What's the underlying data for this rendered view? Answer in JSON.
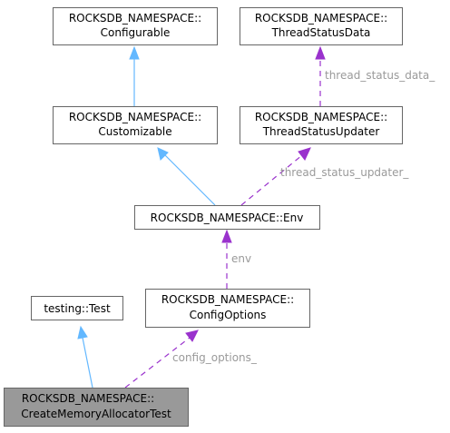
{
  "nodes": {
    "configurable": {
      "line1": "ROCKSDB_NAMESPACE::",
      "line2": "Configurable"
    },
    "thread_status_data": {
      "line1": "ROCKSDB_NAMESPACE::",
      "line2": "ThreadStatusData"
    },
    "customizable": {
      "line1": "ROCKSDB_NAMESPACE::",
      "line2": "Customizable"
    },
    "thread_status_updater": {
      "line1": "ROCKSDB_NAMESPACE::",
      "line2": "ThreadStatusUpdater"
    },
    "env": {
      "line1": "ROCKSDB_NAMESPACE::Env"
    },
    "testing_test": {
      "line1": "testing::Test"
    },
    "config_options": {
      "line1": "ROCKSDB_NAMESPACE::",
      "line2": "ConfigOptions"
    },
    "create_memory_allocator_test": {
      "line1": "ROCKSDB_NAMESPACE::",
      "line2": "CreateMemoryAllocatorTest"
    }
  },
  "edge_labels": {
    "thread_status_data": "thread_status_data_",
    "thread_status_updater": "thread_status_updater_",
    "env": "env",
    "config_options": "config_options_"
  },
  "colors": {
    "inheritance_edge": "#63b8ff",
    "member_edge": "#9a32cd",
    "focus_node_fill": "#999999",
    "edge_label_text": "#9a9a9a"
  }
}
